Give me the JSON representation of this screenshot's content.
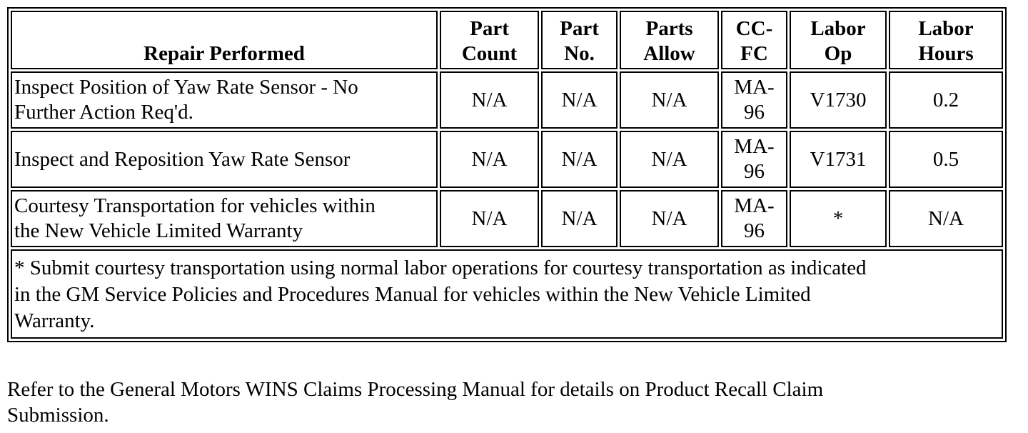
{
  "table": {
    "headers": [
      {
        "line1": "",
        "line2": "Repair Performed"
      },
      {
        "line1": "Part",
        "line2": "Count"
      },
      {
        "line1": "Part",
        "line2": "No."
      },
      {
        "line1": "Parts",
        "line2": "Allow"
      },
      {
        "line1": "CC-",
        "line2": "FC"
      },
      {
        "line1": "Labor",
        "line2": "Op"
      },
      {
        "line1": "Labor",
        "line2": "Hours"
      }
    ],
    "rows": [
      {
        "repair_line1": "Inspect Position of Yaw Rate Sensor - No",
        "repair_line2": "Further Action Req'd.",
        "part_count": "N/A",
        "part_no": "N/A",
        "parts_allow": "N/A",
        "ccfc_line1": "MA-",
        "ccfc_line2": "96",
        "labor_op": "V1730",
        "labor_hours": "0.2"
      },
      {
        "repair_line1": "Inspect and Reposition Yaw Rate Sensor",
        "repair_line2": "",
        "part_count": "N/A",
        "part_no": "N/A",
        "parts_allow": "N/A",
        "ccfc_line1": "MA-",
        "ccfc_line2": "96",
        "labor_op": "V1731",
        "labor_hours": "0.5"
      },
      {
        "repair_line1": "Courtesy Transportation for vehicles within",
        "repair_line2": "the New Vehicle Limited Warranty",
        "part_count": "N/A",
        "part_no": "N/A",
        "parts_allow": "N/A",
        "ccfc_line1": "MA-",
        "ccfc_line2": "96",
        "labor_op": "*",
        "labor_hours": "N/A"
      }
    ],
    "footnote_lines": [
      "* Submit courtesy transportation using normal labor operations for courtesy transportation as indicated",
      "in the GM Service Policies and Procedures Manual for vehicles within the New Vehicle Limited",
      "Warranty."
    ]
  },
  "footer": {
    "lines": [
      "Refer to the General Motors WINS Claims Processing Manual for details on Product Recall Claim",
      "Submission."
    ]
  }
}
